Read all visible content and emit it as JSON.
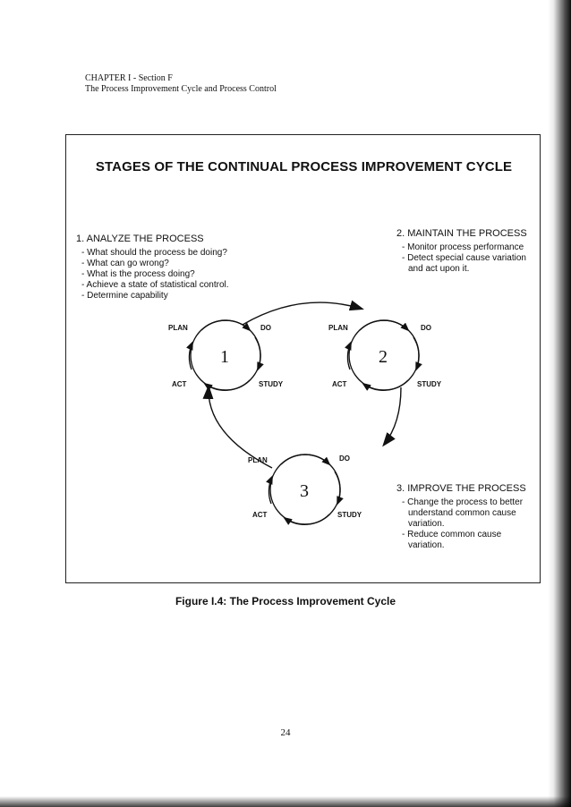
{
  "header": {
    "line1": "CHAPTER I - Section F",
    "line2": "The Process Improvement Cycle and Process Control"
  },
  "figure": {
    "title": "STAGES OF THE CONTINUAL PROCESS IMPROVEMENT CYCLE",
    "stage1": {
      "heading": "1. ANALYZE THE PROCESS",
      "items": [
        "- What should the process be doing?",
        "- What can go wrong?",
        "- What is the process doing?",
        "- Achieve a state of statistical control.",
        "- Determine capability"
      ]
    },
    "stage2": {
      "heading": "2. MAINTAIN THE PROCESS",
      "items": [
        "- Monitor process performance",
        "- Detect special cause variation and act upon it."
      ]
    },
    "stage3": {
      "heading": "3. IMPROVE THE PROCESS",
      "items": [
        "- Change the process to better understand common cause variation.",
        "- Reduce common cause variation."
      ]
    },
    "cycles": [
      {
        "number": "1",
        "plan": "PLAN",
        "do": "DO",
        "study": "STUDY",
        "act": "ACT"
      },
      {
        "number": "2",
        "plan": "PLAN",
        "do": "DO",
        "study": "STUDY",
        "act": "ACT"
      },
      {
        "number": "3",
        "plan": "PLAN",
        "do": "DO",
        "study": "STUDY",
        "act": "ACT"
      }
    ]
  },
  "caption": "Figure I.4: The Process Improvement Cycle",
  "page_number": "24"
}
